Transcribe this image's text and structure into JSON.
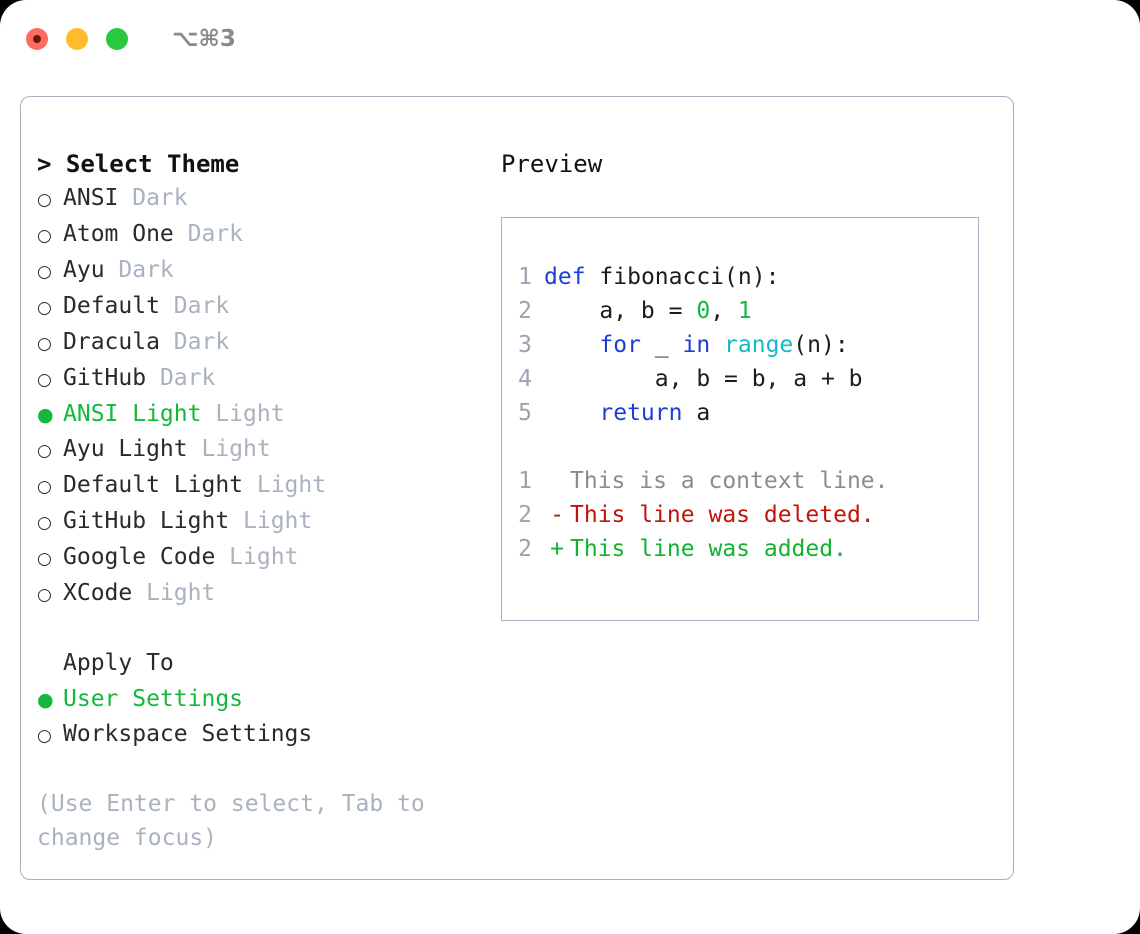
{
  "titlebar": {
    "shortcut": "⌥⌘3",
    "lights": [
      "close-red",
      "minimize-amber",
      "maximize-green"
    ]
  },
  "theme_picker": {
    "heading": "> Select Theme",
    "items": [
      {
        "bullet": "○",
        "name": "ANSI",
        "variant": "Dark",
        "selected": false
      },
      {
        "bullet": "○",
        "name": "Atom One",
        "variant": "Dark",
        "selected": false
      },
      {
        "bullet": "○",
        "name": "Ayu",
        "variant": "Dark",
        "selected": false
      },
      {
        "bullet": "○",
        "name": "Default",
        "variant": "Dark",
        "selected": false
      },
      {
        "bullet": "○",
        "name": "Dracula",
        "variant": "Dark",
        "selected": false
      },
      {
        "bullet": "○",
        "name": "GitHub",
        "variant": "Dark",
        "selected": false
      },
      {
        "bullet": "●",
        "name": "ANSI Light",
        "variant": "Light",
        "selected": true
      },
      {
        "bullet": "○",
        "name": "Ayu Light",
        "variant": "Light",
        "selected": false
      },
      {
        "bullet": "○",
        "name": "Default Light",
        "variant": "Light",
        "selected": false
      },
      {
        "bullet": "○",
        "name": "GitHub Light",
        "variant": "Light",
        "selected": false
      },
      {
        "bullet": "○",
        "name": "Google Code",
        "variant": "Light",
        "selected": false
      },
      {
        "bullet": "○",
        "name": "XCode",
        "variant": "Light",
        "selected": false
      }
    ]
  },
  "apply_to": {
    "heading": "Apply To",
    "items": [
      {
        "bullet": "●",
        "name": "User Settings",
        "selected": true
      },
      {
        "bullet": "○",
        "name": "Workspace Settings",
        "selected": false
      }
    ]
  },
  "hint": "(Use Enter to select, Tab to change focus)",
  "preview": {
    "heading": "Preview",
    "code": [
      {
        "no": "1",
        "tokens": [
          {
            "t": "def",
            "c": "kw"
          },
          {
            "t": " ",
            "c": "plain"
          },
          {
            "t": "fibonacci(n):",
            "c": "plain"
          }
        ]
      },
      {
        "no": "2",
        "tokens": [
          {
            "t": "    a, b = ",
            "c": "plain"
          },
          {
            "t": "0",
            "c": "num"
          },
          {
            "t": ", ",
            "c": "plain"
          },
          {
            "t": "1",
            "c": "num"
          }
        ]
      },
      {
        "no": "3",
        "tokens": [
          {
            "t": "    ",
            "c": "plain"
          },
          {
            "t": "for",
            "c": "kw"
          },
          {
            "t": " _ ",
            "c": "plain"
          },
          {
            "t": "in",
            "c": "kw"
          },
          {
            "t": " ",
            "c": "plain"
          },
          {
            "t": "range",
            "c": "fn"
          },
          {
            "t": "(n):",
            "c": "plain"
          }
        ]
      },
      {
        "no": "4",
        "tokens": [
          {
            "t": "        a, b = b, a + b",
            "c": "plain"
          }
        ]
      },
      {
        "no": "5",
        "tokens": [
          {
            "t": "    ",
            "c": "plain"
          },
          {
            "t": "return",
            "c": "kw"
          },
          {
            "t": " a",
            "c": "plain"
          }
        ]
      }
    ],
    "diff": [
      {
        "no": "1",
        "marker": " ",
        "text": "This is a context line.",
        "kind": "diff-ctx"
      },
      {
        "no": "2",
        "marker": "-",
        "text": "This line was deleted.",
        "kind": "diff-del"
      },
      {
        "no": "2",
        "marker": "+",
        "text": "This line was added.",
        "kind": "diff-add"
      }
    ]
  },
  "colors": {
    "accent_green": "#14b83c",
    "keyword_blue": "#1b3fd4",
    "function_cyan": "#13b9c9",
    "diff_deleted": "#c0150b",
    "diff_added": "#12b32e",
    "muted": "#a9b2be",
    "border": "#a8b2c0"
  }
}
